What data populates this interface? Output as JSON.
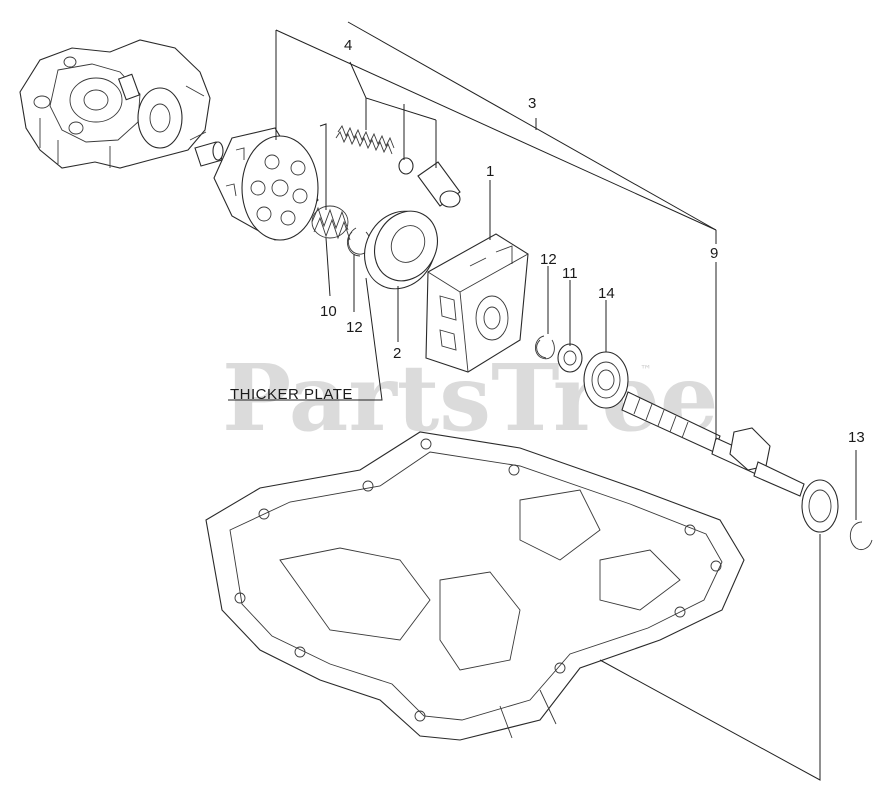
{
  "callouts": {
    "c1": "1",
    "c2": "2",
    "c3": "3",
    "c4": "4",
    "c9": "9",
    "c10": "10",
    "c11": "11",
    "c12a": "12",
    "c12b": "12",
    "c13": "13",
    "c14": "14"
  },
  "note": "THICKER PLATE",
  "watermark": {
    "text": "PartsTree",
    "tm": "™"
  },
  "colors": {
    "ink": "#1a1a1a",
    "watermark": "#cfcfcf"
  }
}
